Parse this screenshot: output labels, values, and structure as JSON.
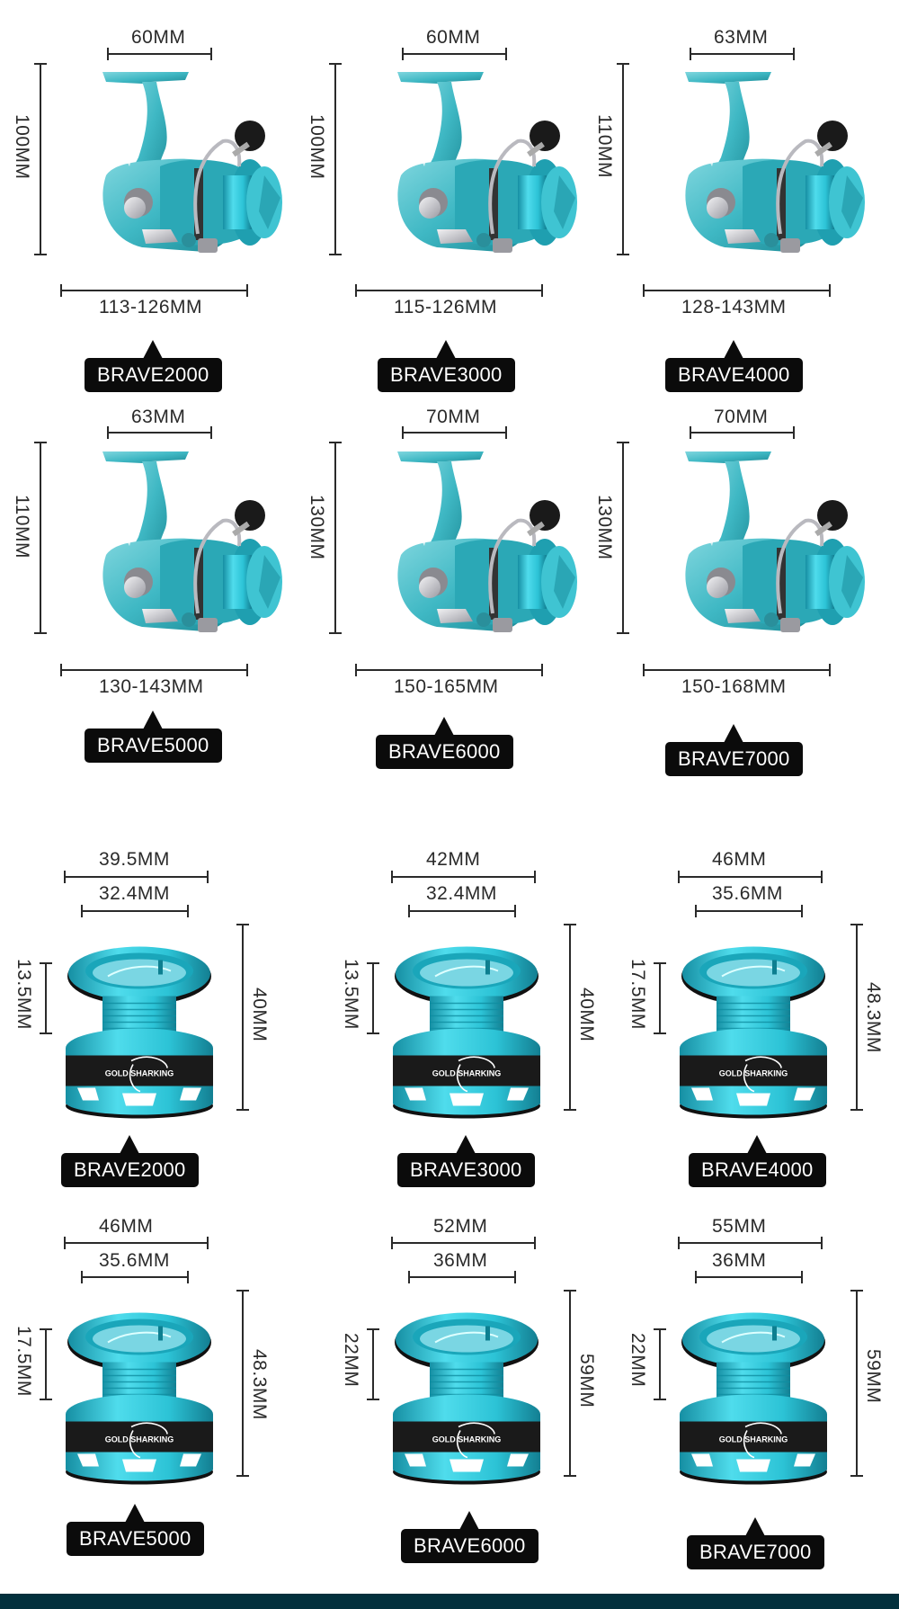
{
  "colors": {
    "reel_body": "#3fb8c4",
    "reel_dark": "#1f8d99",
    "spool_teal": "#2cc3d6",
    "spool_band": "#1a1a1a",
    "badge_bg": "#0b0b0b",
    "bottom_bar": "#02303d"
  },
  "reels": [
    {
      "model": "BRAVE2000",
      "top_width": "60MM",
      "height": "100MM",
      "length": "113-126MM"
    },
    {
      "model": "BRAVE3000",
      "top_width": "60MM",
      "height": "100MM",
      "length": "115-126MM"
    },
    {
      "model": "BRAVE4000",
      "top_width": "63MM",
      "height": "110MM",
      "length": "128-143MM"
    },
    {
      "model": "BRAVE5000",
      "top_width": "63MM",
      "height": "110MM",
      "length": "130-143MM"
    },
    {
      "model": "BRAVE6000",
      "top_width": "70MM",
      "height": "130MM",
      "length": "150-165MM"
    },
    {
      "model": "BRAVE7000",
      "top_width": "70MM",
      "height": "130MM",
      "length": "150-168MM"
    }
  ],
  "spools": [
    {
      "model": "BRAVE2000",
      "outer_diameter": "39.5MM",
      "inner_diameter": "32.4MM",
      "line_depth": "13.5MM",
      "height": "40MM",
      "brand": "GOLDSHARKING"
    },
    {
      "model": "BRAVE3000",
      "outer_diameter": "42MM",
      "inner_diameter": "32.4MM",
      "line_depth": "13.5MM",
      "height": "40MM",
      "brand": "GOLDSHARKING"
    },
    {
      "model": "BRAVE4000",
      "outer_diameter": "46MM",
      "inner_diameter": "35.6MM",
      "line_depth": "17.5MM",
      "height": "48.3MM",
      "brand": "GOLDSHARKING"
    },
    {
      "model": "BRAVE5000",
      "outer_diameter": "46MM",
      "inner_diameter": "35.6MM",
      "line_depth": "17.5MM",
      "height": "48.3MM",
      "brand": "GOLDSHARKING"
    },
    {
      "model": "BRAVE6000",
      "outer_diameter": "52MM",
      "inner_diameter": "36MM",
      "line_depth": "22MM",
      "height": "59MM",
      "brand": "GOLDSHARKING"
    },
    {
      "model": "BRAVE7000",
      "outer_diameter": "55MM",
      "inner_diameter": "36MM",
      "line_depth": "22MM",
      "height": "59MM",
      "brand": "GOLDSHARKING"
    }
  ]
}
